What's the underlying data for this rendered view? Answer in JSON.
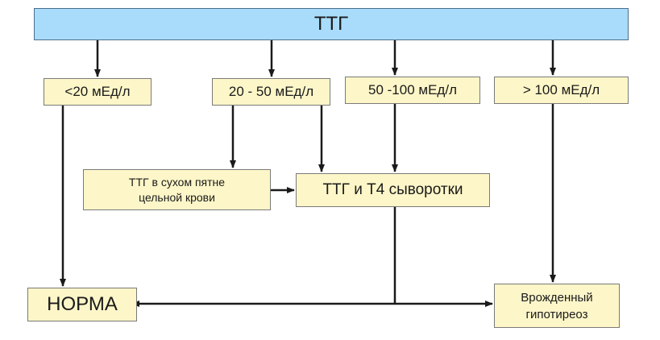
{
  "top": {
    "label": "ТТГ"
  },
  "ranges": [
    {
      "label": "<20 мЕд/л"
    },
    {
      "label": "20 - 50 мЕд/л"
    },
    {
      "label": "50 -100 мЕд/л"
    },
    {
      "label": "> 100 мЕд/л"
    }
  ],
  "dry_spot": {
    "line1": "ТТГ в сухом пятне",
    "line2": "цельной крови"
  },
  "serum": {
    "label": "ТТГ и Т4 сыворотки"
  },
  "norm": {
    "label": "НОРМА"
  },
  "congenital": {
    "line1": "Врожденный",
    "line2": "гипотиреоз"
  },
  "colors": {
    "top_box": "#a9dcfb",
    "node_box": "#fdf6c8",
    "arrow": "#1a1a1a"
  }
}
